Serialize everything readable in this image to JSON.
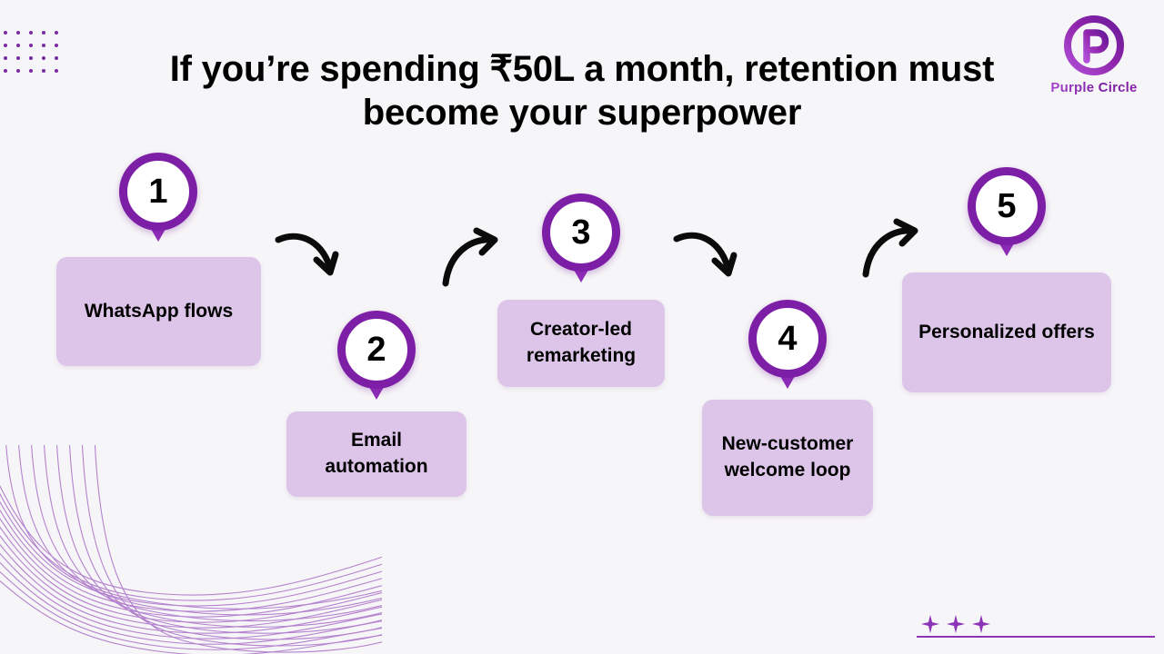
{
  "slide": {
    "title": "If you’re spending ₹50L a month, retention must become your superpower",
    "background_color": "#f6f5f7"
  },
  "brand": {
    "logo_icon": "purple-circle-p-logo",
    "name": "Purple Circle",
    "primary_color": "#7d1ea6",
    "accent_color": "#b14fd8",
    "card_color": "#dcc5e8"
  },
  "steps": [
    {
      "number": "1",
      "label": "WhatsApp flows"
    },
    {
      "number": "2",
      "label": "Email automation"
    },
    {
      "number": "3",
      "label": "Creator-led remarketing"
    },
    {
      "number": "4",
      "label": "New-customer welcome loop"
    },
    {
      "number": "5",
      "label": "Personalized offers"
    }
  ],
  "connectors": [
    {
      "from": "1",
      "to": "2",
      "direction": "curve-down-right"
    },
    {
      "from": "2",
      "to": "3",
      "direction": "curve-up-right"
    },
    {
      "from": "3",
      "to": "4",
      "direction": "curve-down-right"
    },
    {
      "from": "4",
      "to": "5",
      "direction": "curve-up-right"
    }
  ],
  "decorations": {
    "dot_grid": "dot-grid-decoration",
    "waves": "wave-lines-decoration",
    "sparkles": "sparkle-decoration",
    "rule": "horizontal-rule-decoration"
  }
}
